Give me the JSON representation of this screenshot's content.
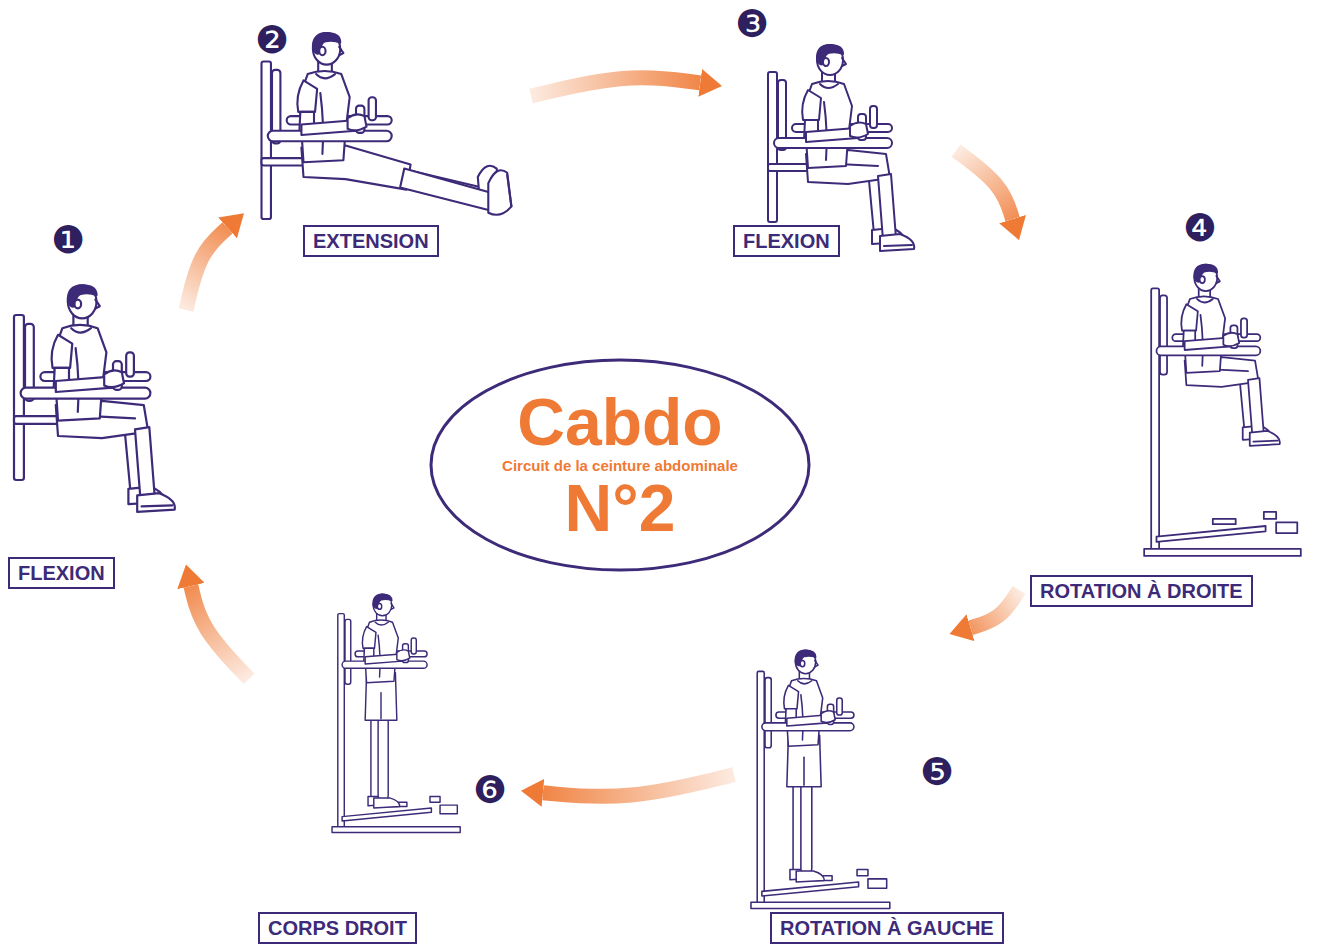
{
  "diagram": {
    "nodes": [
      {
        "text": [
          "Cabdo",
          "Circuit de la ceinture abdominale",
          "N°2"
        ]
      },
      {
        "text": [
          "FLEXION"
        ]
      },
      {
        "text": [
          "EXTENSION"
        ]
      },
      {
        "text": [
          "FLEXION"
        ]
      },
      {
        "text": [
          "ROTATION À DROITE"
        ]
      },
      {
        "text": [
          "ROTATION À GAUCHE"
        ]
      },
      {
        "text": [
          "CORPS DROIT"
        ]
      }
    ],
    "edges": [
      {
        "from": 1,
        "to": 2,
        "arrow": "to"
      },
      {
        "from": 2,
        "to": 3,
        "arrow": "to"
      },
      {
        "from": 3,
        "to": 4,
        "arrow": "to"
      },
      {
        "from": 4,
        "to": 5,
        "arrow": "to"
      },
      {
        "from": 5,
        "to": 6,
        "arrow": "to"
      },
      {
        "from": 6,
        "to": 1,
        "arrow": "to"
      }
    ],
    "labels": [
      "❶",
      "❷",
      "❸",
      "❹",
      "❺",
      "❻"
    ]
  }
}
